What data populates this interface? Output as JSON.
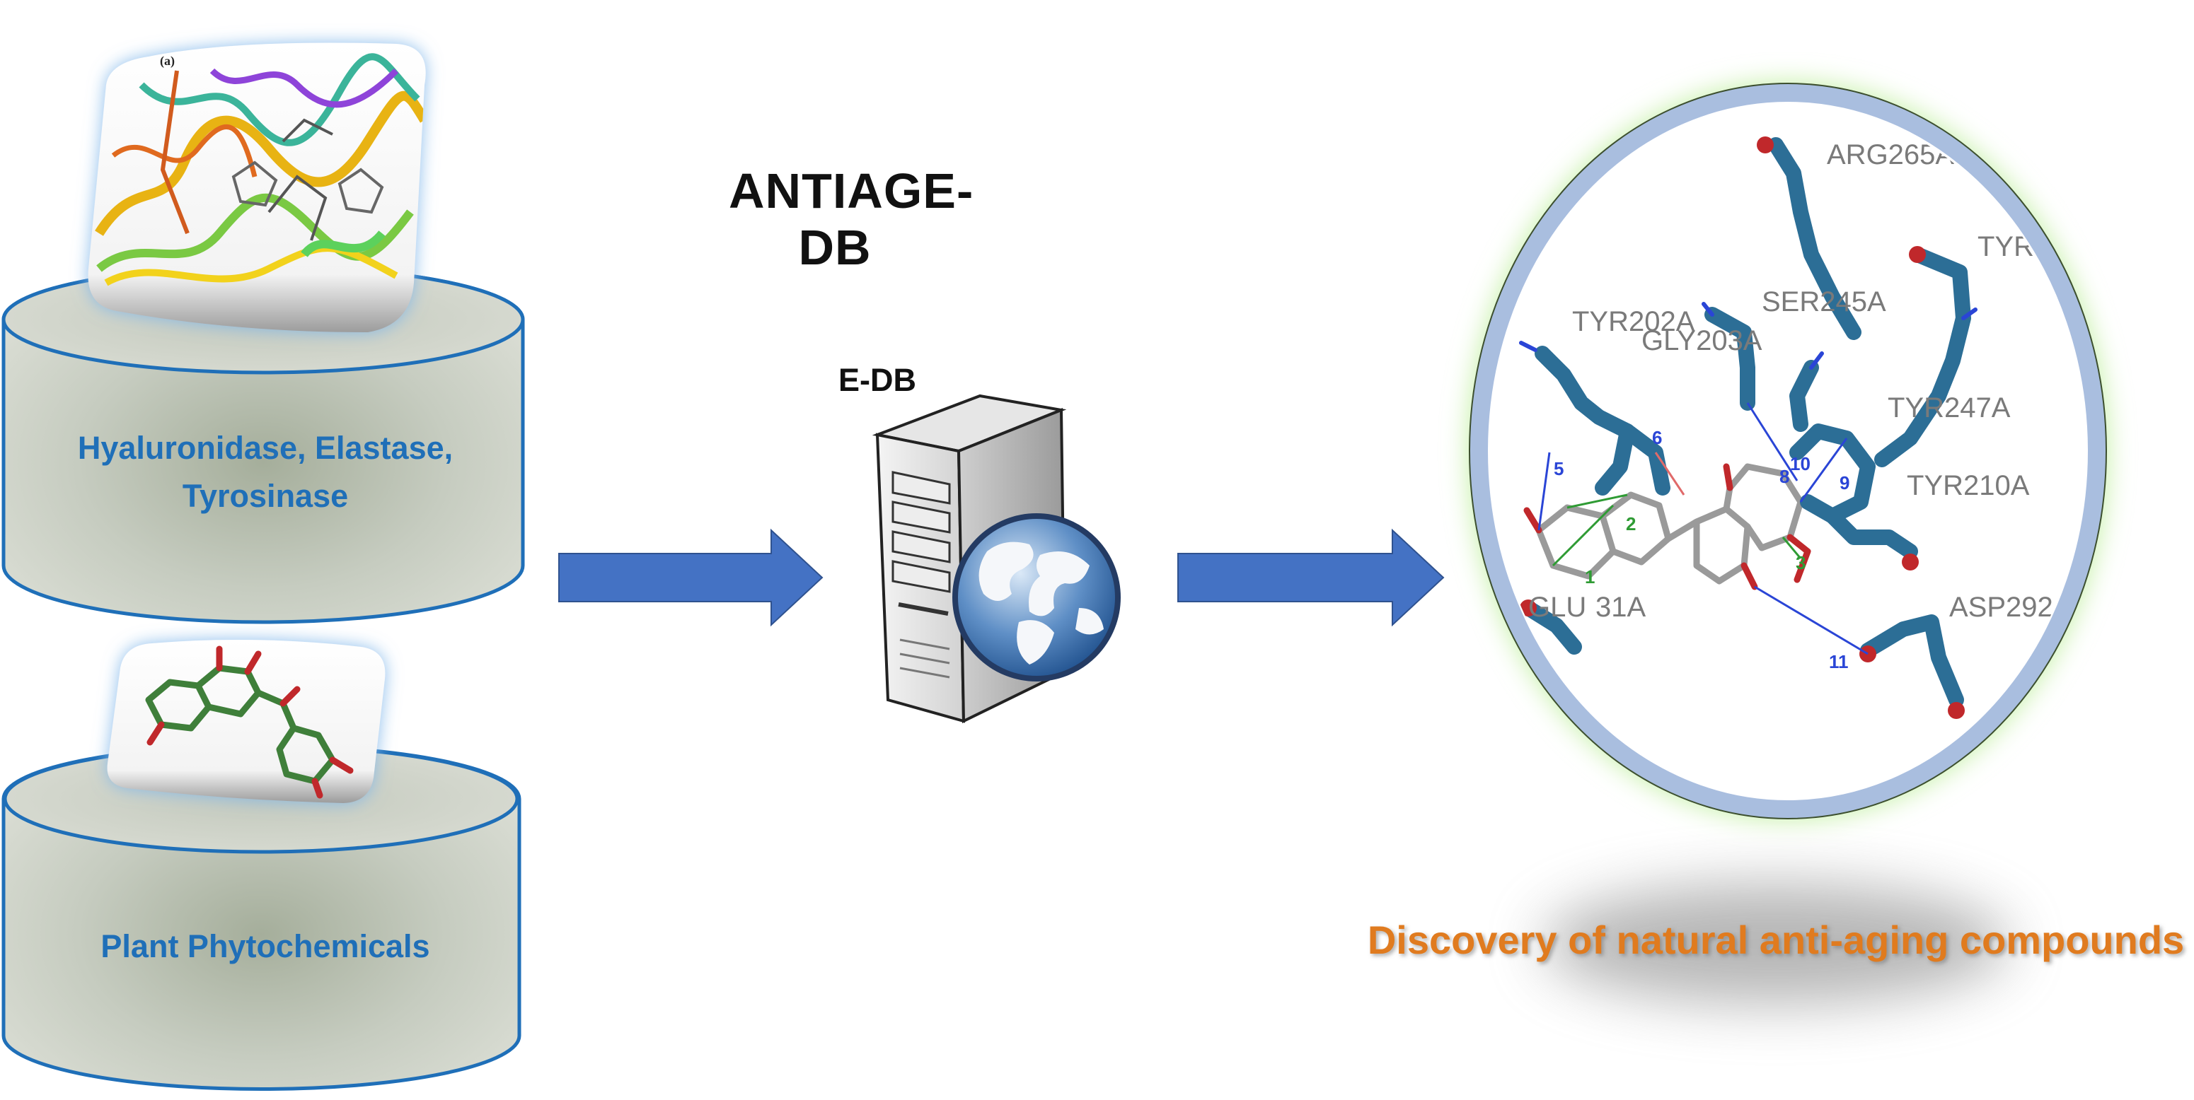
{
  "title": "ANTIAGE-DB",
  "server": {
    "label": "E-DB",
    "icon": "web-server-globe-icon"
  },
  "databases": {
    "enzymes": {
      "label_line1": "Hyaluronidase, Elastase,",
      "label_line2": "Tyrosinase",
      "thumbnail": "protein-ribbon-structure-image",
      "thumbnail_caption": "(a)"
    },
    "plants": {
      "label": "Plant Phytochemicals",
      "thumbnail": "flavonoid-molecule-image"
    }
  },
  "docking_view": {
    "residues": [
      "ARG265A",
      "TYR",
      "TYR202A",
      "GLY203A",
      "SER245A",
      "TYR247A",
      "TYR210A",
      "GLU",
      "31A",
      "ASP292"
    ],
    "interaction_numbers": [
      "1",
      "2",
      "3",
      "5",
      "6",
      "8",
      "9",
      "10",
      "11"
    ]
  },
  "result": {
    "label": "Discovery of natural anti-aging compounds"
  },
  "colors": {
    "db_label": "#1f6fb8",
    "arrow": "#4472c4",
    "result_label": "#e07b1f",
    "ligand_stick": "#2c6e96",
    "circle_border": "#a9bedf"
  }
}
